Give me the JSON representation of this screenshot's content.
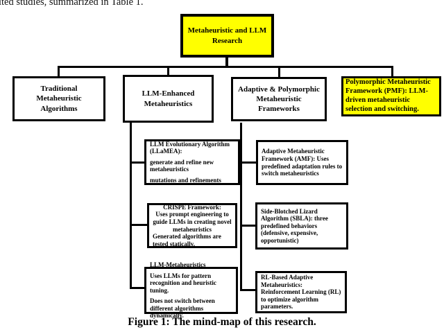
{
  "page": {
    "top_text_fragment": "ited studies, summarized in Table 1.",
    "caption": "Figure 1: The mind-map of this research."
  },
  "colors": {
    "highlight_yellow": "#FFFF00",
    "border_black": "#000000",
    "background": "#FFFFFF"
  },
  "mindmap": {
    "root": {
      "label": "Metaheuristic and LLM Research",
      "highlighted": true
    },
    "branches": [
      {
        "label": "Traditional Metaheuristic Algorithms",
        "highlighted": false
      },
      {
        "label": "LLM-Enhanced Metaheuristics",
        "highlighted": false
      },
      {
        "label": "Adaptive & Polymorphic Metaheuristic Frameworks",
        "highlighted": false
      },
      {
        "label": "Polymorphic Metaheuristic Framework (PMF): LLM-driven metaheuristic selection and switching.",
        "highlighted": true
      }
    ],
    "llm_enhanced_children": {
      "llamea": {
        "p1": "LLM Evolutionary Algorithm (LLaMEA):",
        "p2": "generate and refine new metaheuristics",
        "p3": "mutations and refinements"
      },
      "crispe": {
        "title": "CRISPE Framework:",
        "body": "Uses prompt engineering to guide LLMs in creating novel metaheuristics",
        "p2": "Generated algorithms are tested statically."
      },
      "llm_metaheuristics": {
        "p1": "LLM-Metaheuristics",
        "p2": "Uses LLMs for pattern recognition and heuristic tuning.",
        "p3": "Does not switch between different algorithms dynamically."
      }
    },
    "adaptive_children": {
      "amf": {
        "p1": "Adaptive Metaheuristic Framework (AMF): Uses predefined adaptation rules to switch metaheuristics"
      },
      "sbla": {
        "p1": "Side-Blotched Lizard Algorithm (SBLA): three predefined behaviors (defensive, expensive, opportunistic)"
      },
      "rl": {
        "p1": "RL-Based Adaptive Metaheuristics: Reinforcement Learning (RL) to optimize algorithm parameters."
      }
    }
  }
}
